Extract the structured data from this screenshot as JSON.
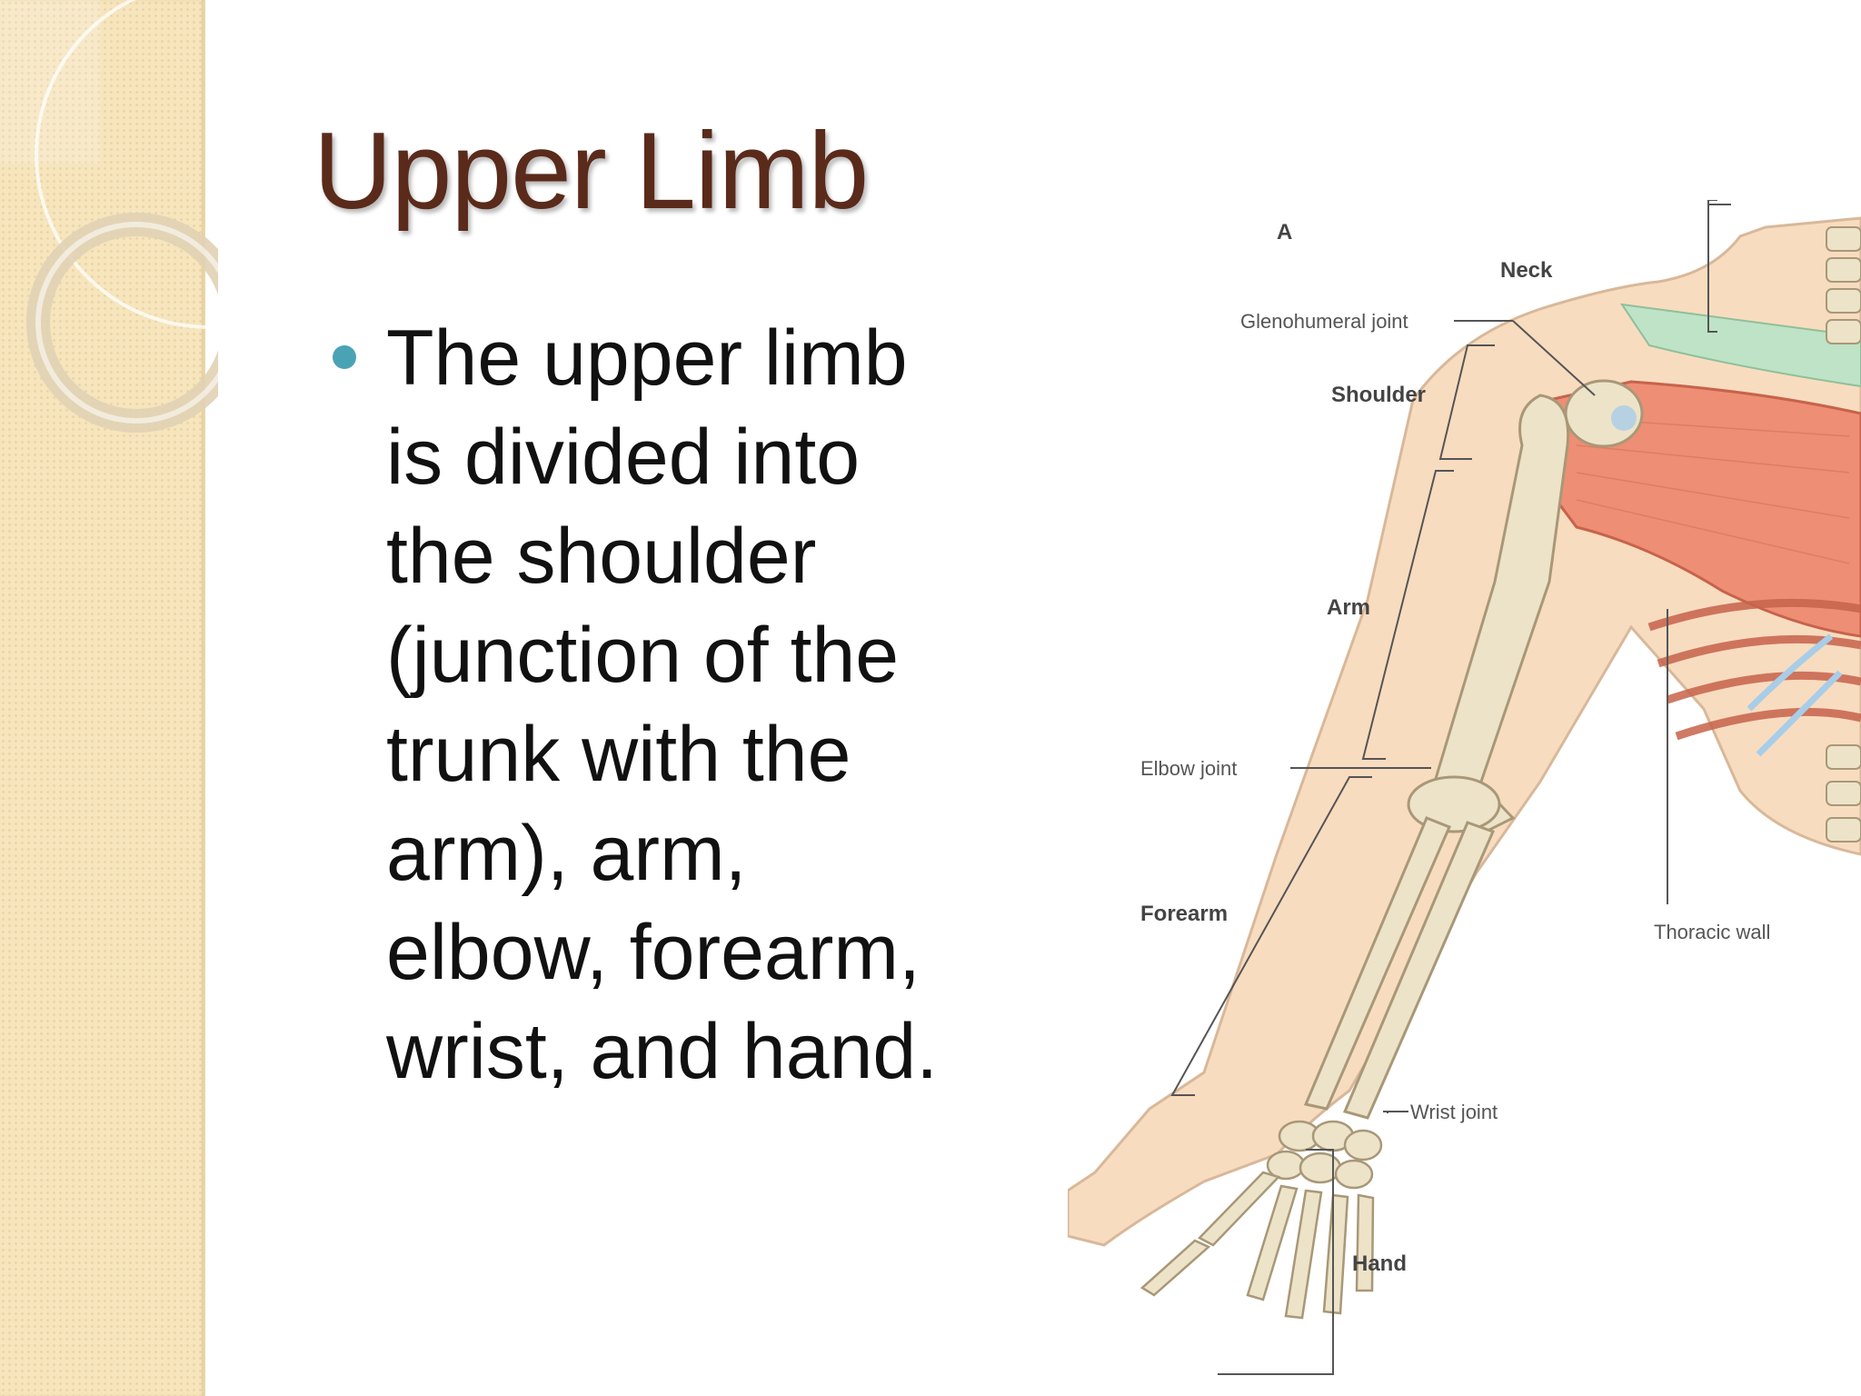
{
  "slide": {
    "title": "Upper Limb",
    "bullets": [
      "The upper limb is divided into the shoulder (junction of the trunk with the arm), arm, elbow, forearm, wrist, and hand."
    ],
    "accent_color": "#4aa3b5",
    "title_color": "#5a2a1a"
  },
  "figure": {
    "panel_letter": "A",
    "labels": {
      "neck": "Neck",
      "glenohumeral": "Glenohumeral joint",
      "shoulder": "Shoulder",
      "arm": "Arm",
      "elbow_joint": "Elbow joint",
      "forearm": "Forearm",
      "thoracic_wall": "Thoracic wall",
      "wrist_joint": "Wrist joint",
      "hand": "Hand"
    },
    "colors": {
      "skin": "#f8dcc0",
      "bone": "#ede3c8",
      "muscle": "#ee8e74",
      "cartilage": "#a8cde8",
      "clavicle_muscle": "#bfe3c6"
    }
  }
}
